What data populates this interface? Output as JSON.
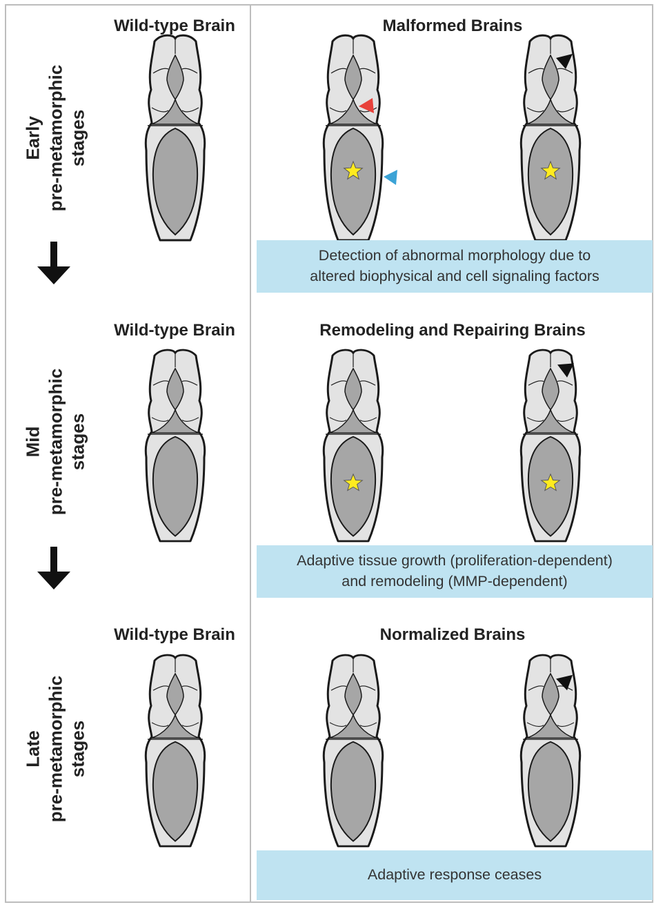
{
  "rows": [
    {
      "stage_line1": "Early",
      "stage_line2": "pre-metamorphic",
      "stage_line3": "stages",
      "wildtype_title": "Wild-type Brain",
      "right_title": "Malformed Brains",
      "note_line1": "Detection of abnormal morphology due to",
      "note_line2": "altered biophysical and cell signaling factors"
    },
    {
      "stage_line1": "Mid",
      "stage_line2": "pre-metamorphic",
      "stage_line3": "stages",
      "wildtype_title": "Wild-type Brain",
      "right_title": "Remodeling and Repairing Brains",
      "note_line1": "Adaptive tissue growth (proliferation-dependent)",
      "note_line2": "and remodeling (MMP-dependent)"
    },
    {
      "stage_line1": "Late",
      "stage_line2": "pre-metamorphic",
      "stage_line3": "stages",
      "wildtype_title": "Wild-type Brain",
      "right_title": "Normalized Brains",
      "note_line1": "Adaptive response ceases",
      "note_line2": ""
    }
  ],
  "colors": {
    "brain_outer": "#e3e3e3",
    "brain_inner": "#a6a6a6",
    "outline": "#1a1a1a",
    "star": "#ffeb1f",
    "marker_red": "#e8413a",
    "marker_blue": "#3ba3d6",
    "marker_black": "#111111",
    "note_bg": "#bfe3f1",
    "border": "#bdbdbd"
  },
  "icons": [
    "down-arrow-icon",
    "star-icon",
    "arrowhead-icon"
  ]
}
